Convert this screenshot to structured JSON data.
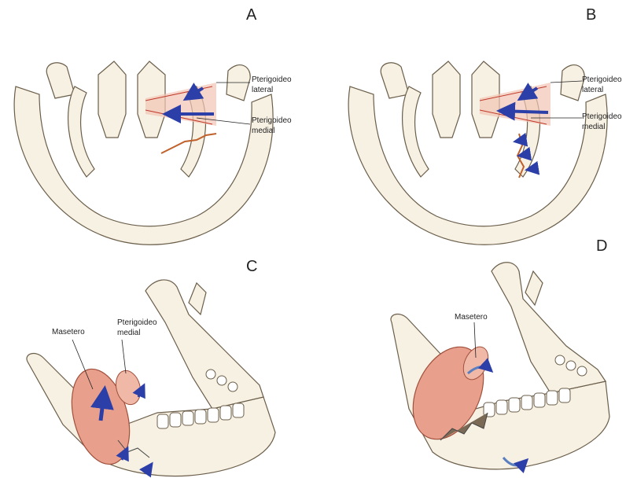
{
  "panels": [
    {
      "letter": "A",
      "labels": {
        "lat_line1": "Pterigoideo",
        "lat_line2": "lateral",
        "med_line1": "Pterigoideo",
        "med_line2": "medial"
      }
    },
    {
      "letter": "B",
      "labels": {
        "lat_line1": "Pterigoideo",
        "lat_line2": "lateral",
        "med_line1": "Pterigoideo",
        "med_line2": "medial"
      }
    },
    {
      "letter": "C",
      "labels": {
        "masetero": "Masetero",
        "pter_line1": "Pterigoideo",
        "pter_line2": "medial"
      }
    },
    {
      "letter": "D",
      "labels": {
        "masetero": "Masetero"
      }
    }
  ],
  "colors": {
    "bone_fill": "#f7f1e4",
    "bone_stroke": "#6b5e4a",
    "muscle": "#e8a08c",
    "arrow": "#2c3fa8",
    "fracture": "#c0602a"
  },
  "icons": [
    "mandible-front-view",
    "mandible-side-view",
    "muscle-force-arrow"
  ]
}
